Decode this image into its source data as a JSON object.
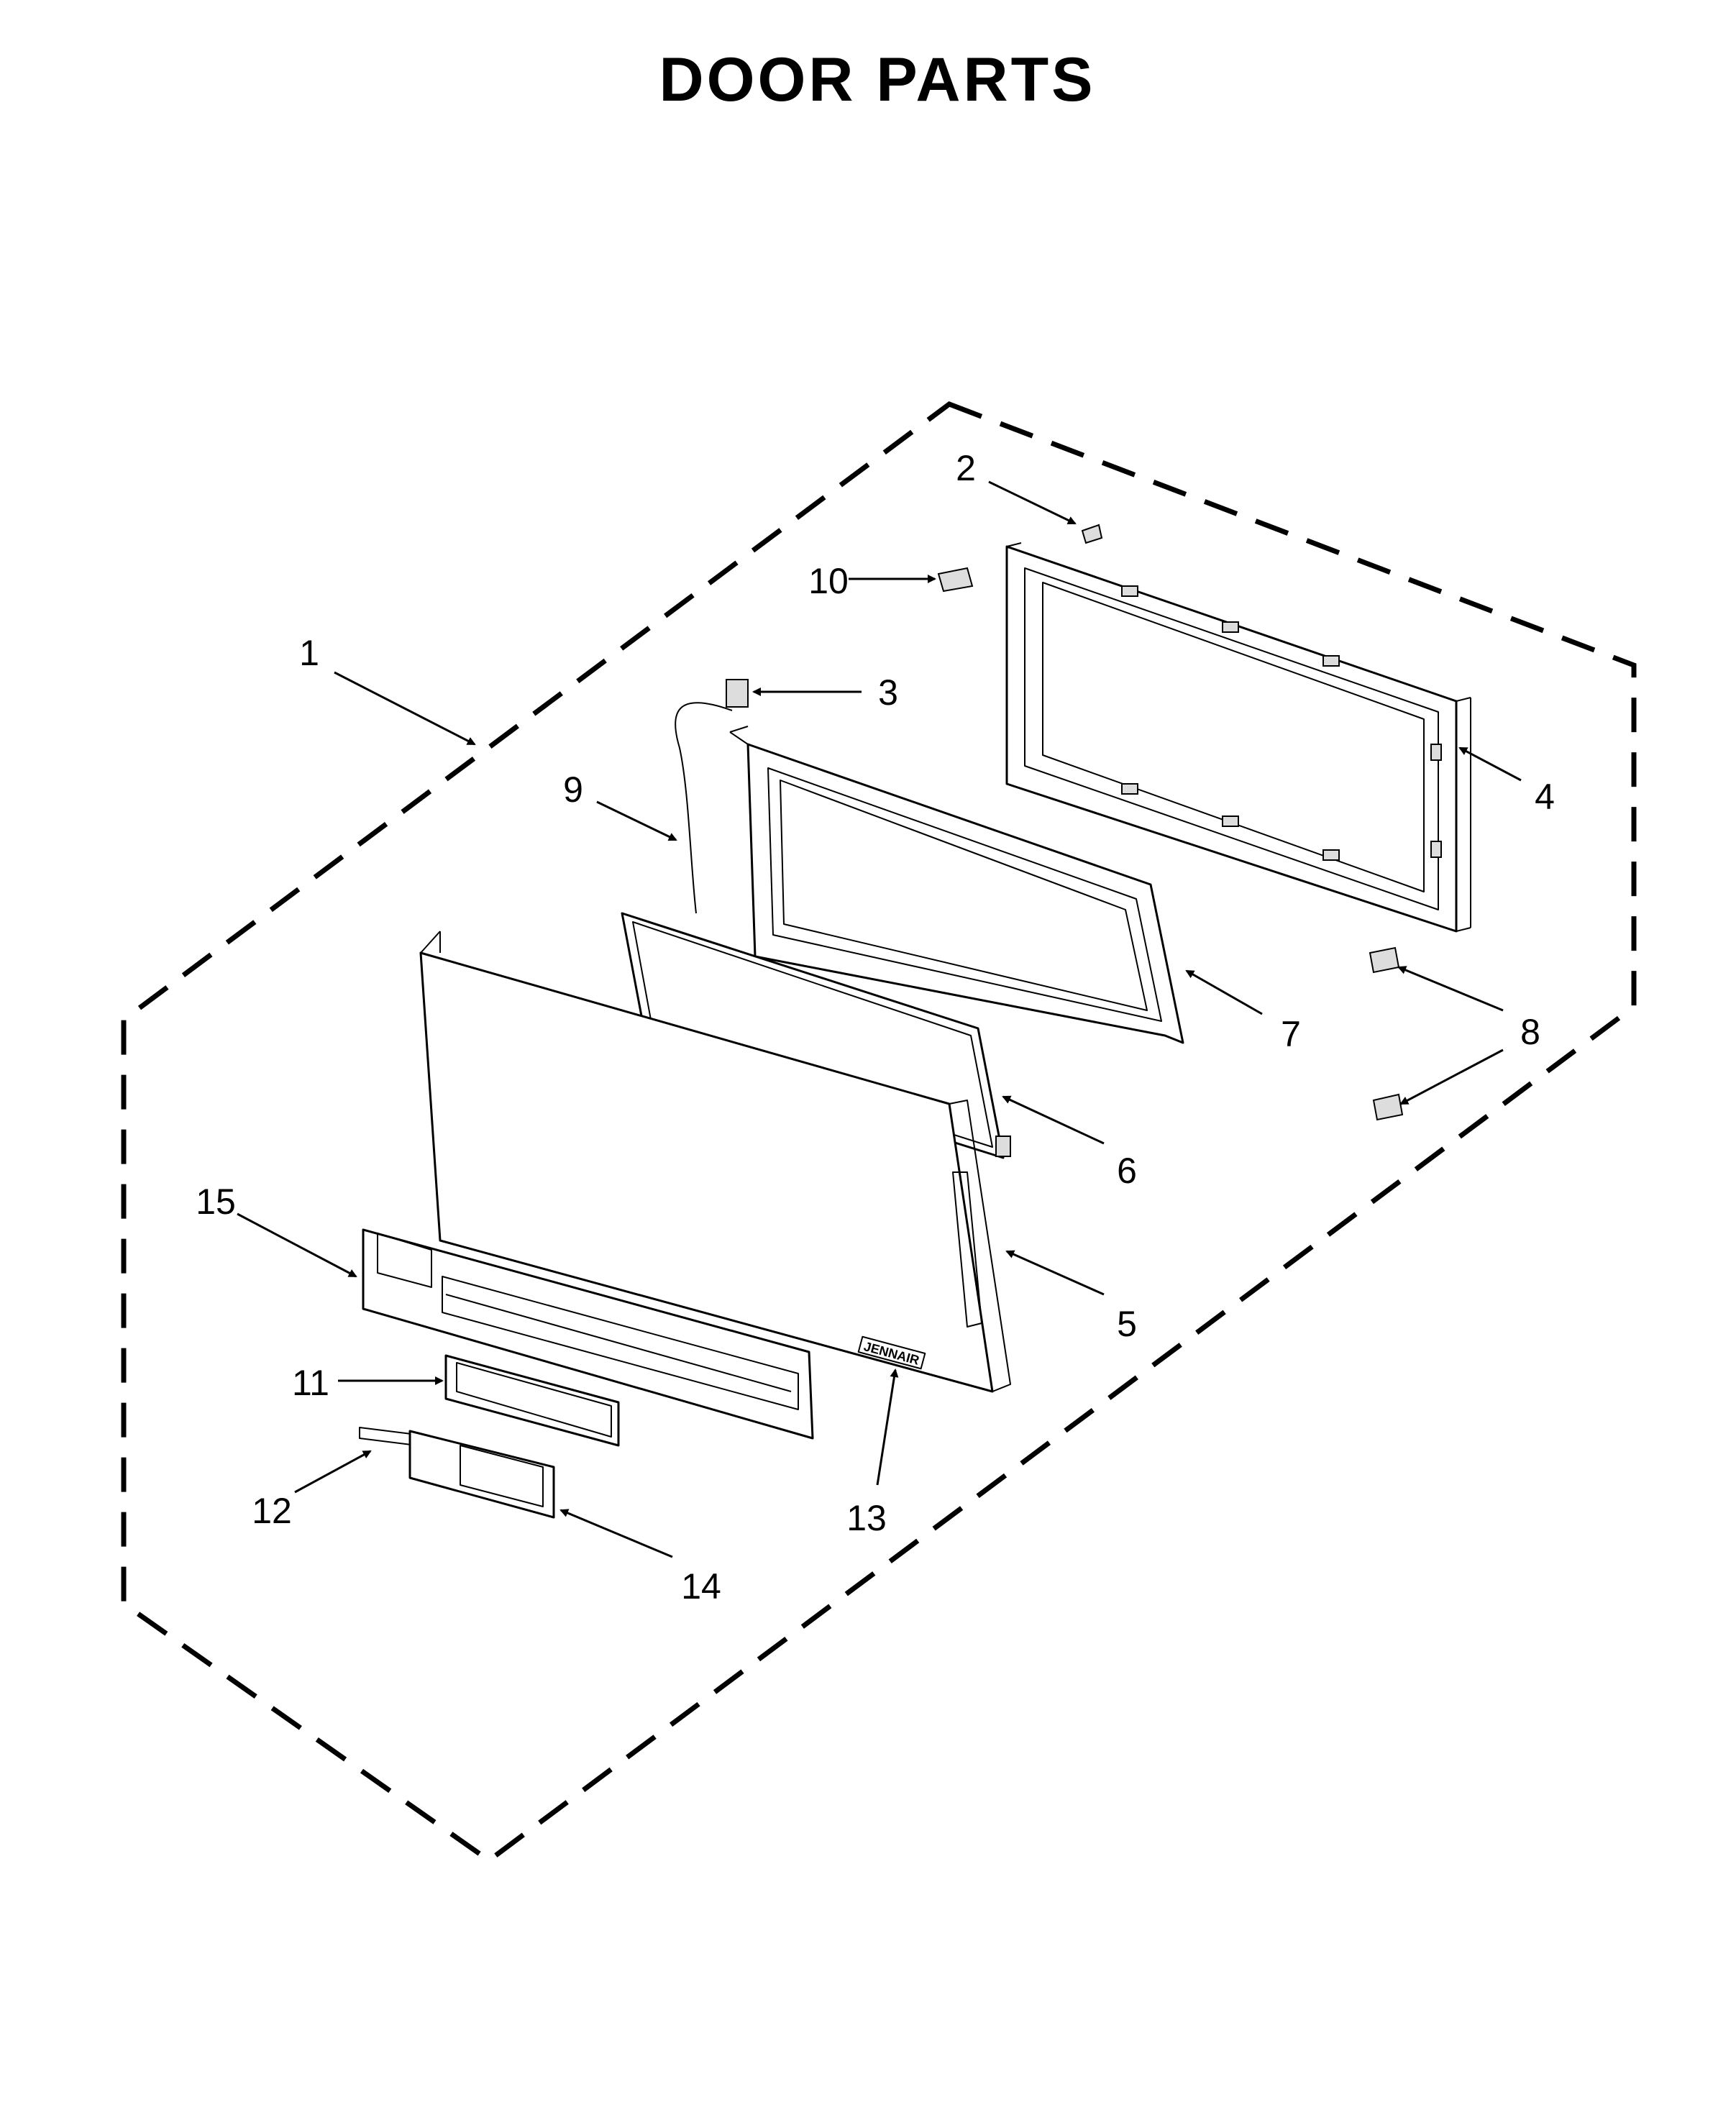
{
  "title": "DOOR PARTS",
  "brand_mark": "JENNAIR",
  "colors": {
    "ink": "#000000",
    "paper": "#ffffff"
  },
  "callouts": [
    {
      "id": "1",
      "label": "1"
    },
    {
      "id": "2",
      "label": "2"
    },
    {
      "id": "3",
      "label": "3"
    },
    {
      "id": "4",
      "label": "4"
    },
    {
      "id": "5",
      "label": "5"
    },
    {
      "id": "6",
      "label": "6"
    },
    {
      "id": "7",
      "label": "7"
    },
    {
      "id": "8a",
      "label": "8"
    },
    {
      "id": "9",
      "label": "9"
    },
    {
      "id": "10",
      "label": "10"
    },
    {
      "id": "11",
      "label": "11"
    },
    {
      "id": "12",
      "label": "12"
    },
    {
      "id": "13",
      "label": "13"
    },
    {
      "id": "14",
      "label": "14"
    },
    {
      "id": "15",
      "label": "15"
    }
  ]
}
